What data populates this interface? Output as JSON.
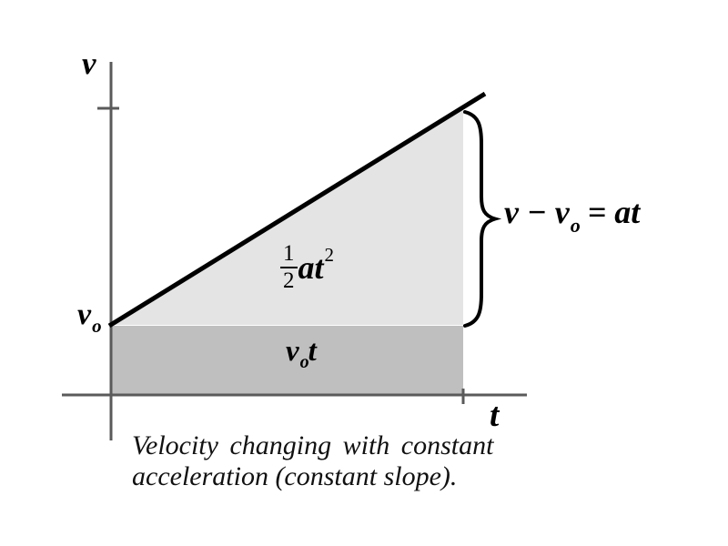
{
  "figure": {
    "background": "#ffffff",
    "colors": {
      "axis": "#5a5a5a",
      "velocity_line": "#000000",
      "brace": "#000000",
      "triangle_fill": "#e4e4e4",
      "rect_fill": "#bfbfbf"
    },
    "axis_labels": {
      "y": "v",
      "x": "t"
    },
    "v0_label": {
      "base": "v",
      "sub": "o"
    },
    "triangle_area_label": {
      "frac_num": "1",
      "frac_den": "2",
      "term": "at",
      "exponent": "2"
    },
    "rect_area_label": {
      "base": "v",
      "sub": "o",
      "term": "t"
    },
    "equation": {
      "part1": "v − v",
      "sub": "o",
      "part2": "= at"
    },
    "caption": {
      "line1": "Velocity changing with constant",
      "line2": "acceleration (constant slope)."
    }
  }
}
